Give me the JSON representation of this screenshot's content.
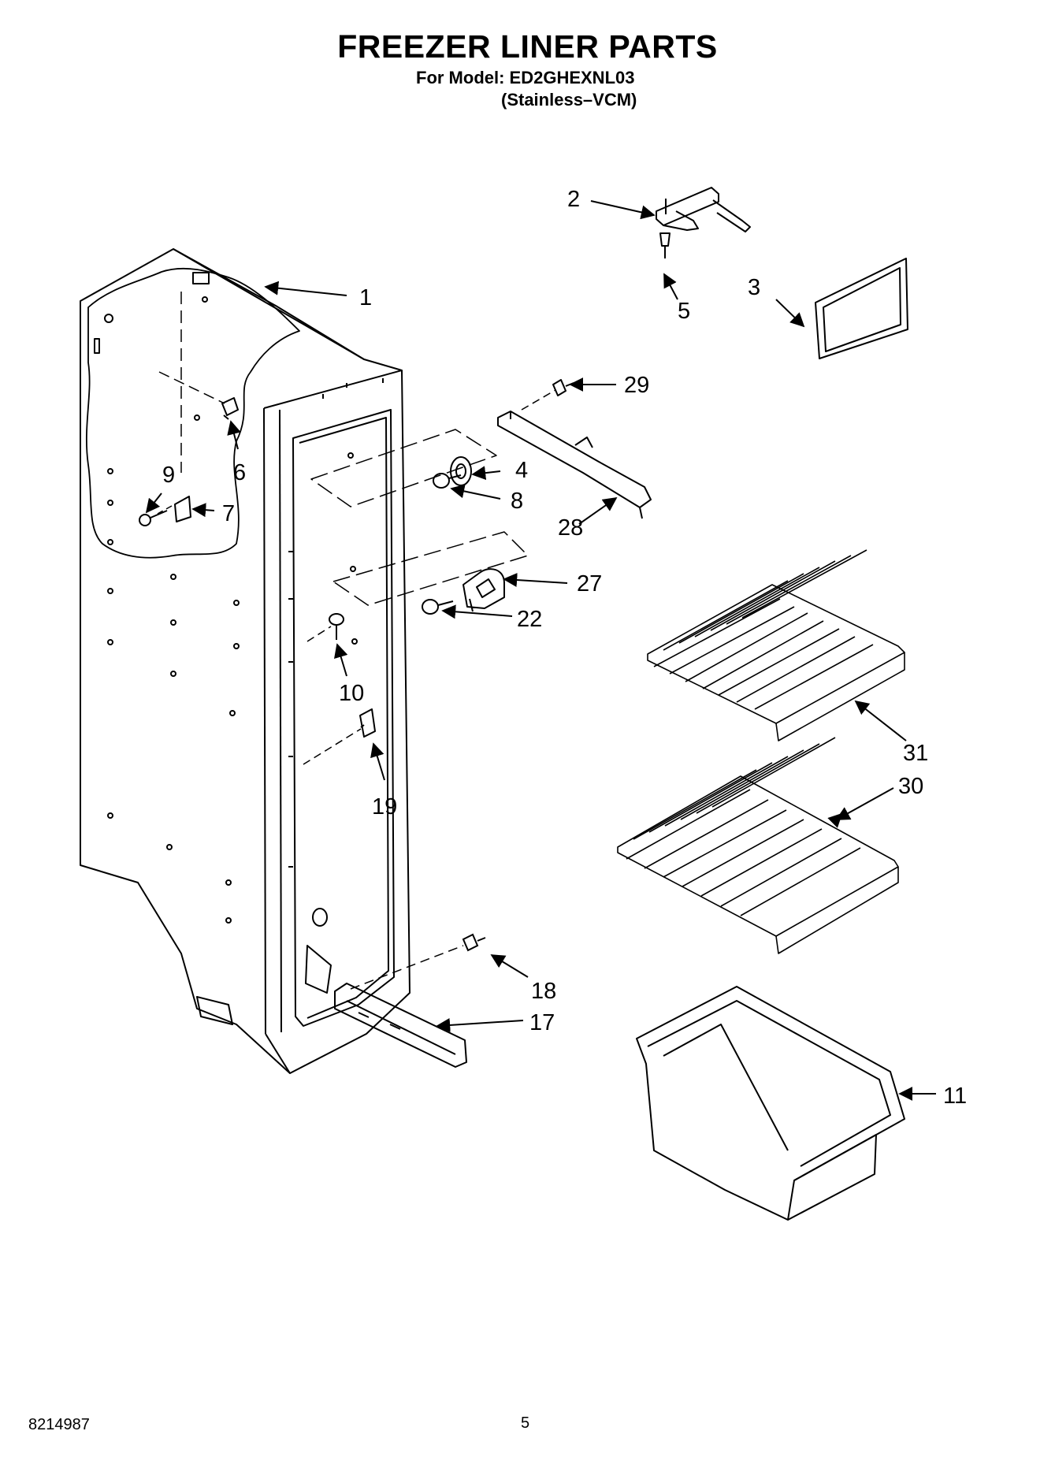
{
  "header": {
    "title": "FREEZER LINER PARTS",
    "model_line": "For Model: ED2GHEXNL03",
    "variant": "(Stainless–VCM)"
  },
  "footer": {
    "document_number": "8214987",
    "page_number": "5"
  },
  "callouts": [
    {
      "id": "1",
      "label": "1"
    },
    {
      "id": "2",
      "label": "2"
    },
    {
      "id": "3",
      "label": "3"
    },
    {
      "id": "4",
      "label": "4"
    },
    {
      "id": "5",
      "label": "5"
    },
    {
      "id": "6",
      "label": "6"
    },
    {
      "id": "7",
      "label": "7"
    },
    {
      "id": "8",
      "label": "8"
    },
    {
      "id": "9",
      "label": "9"
    },
    {
      "id": "10",
      "label": "10"
    },
    {
      "id": "11",
      "label": "11"
    },
    {
      "id": "17",
      "label": "17"
    },
    {
      "id": "18",
      "label": "18"
    },
    {
      "id": "19",
      "label": "19"
    },
    {
      "id": "22",
      "label": "22"
    },
    {
      "id": "27",
      "label": "27"
    },
    {
      "id": "28",
      "label": "28"
    },
    {
      "id": "29",
      "label": "29"
    },
    {
      "id": "30",
      "label": "30"
    },
    {
      "id": "31",
      "label": "31"
    }
  ]
}
